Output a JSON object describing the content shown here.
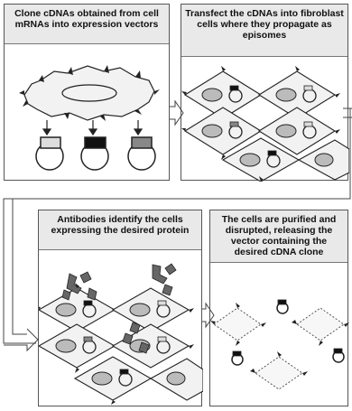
{
  "steps": [
    {
      "caption": "Clone cDNAs obtained from cell mRNAs into expression vectors"
    },
    {
      "caption": "Transfect the cDNAs into fibroblast cells where they propagate as episomes"
    },
    {
      "caption": "Antibodies identify the cells expressing the desired protein"
    },
    {
      "caption": "The cells are purified and disrupted, releasing the vector containing the desired cDNA clone"
    }
  ],
  "colors": {
    "cell_fill": "#f2f2f2",
    "outline": "#222",
    "caption_bg": "#e9e9e9",
    "insert_dark": "#111",
    "insert_mid": "#888",
    "insert_light": "#ddd"
  }
}
